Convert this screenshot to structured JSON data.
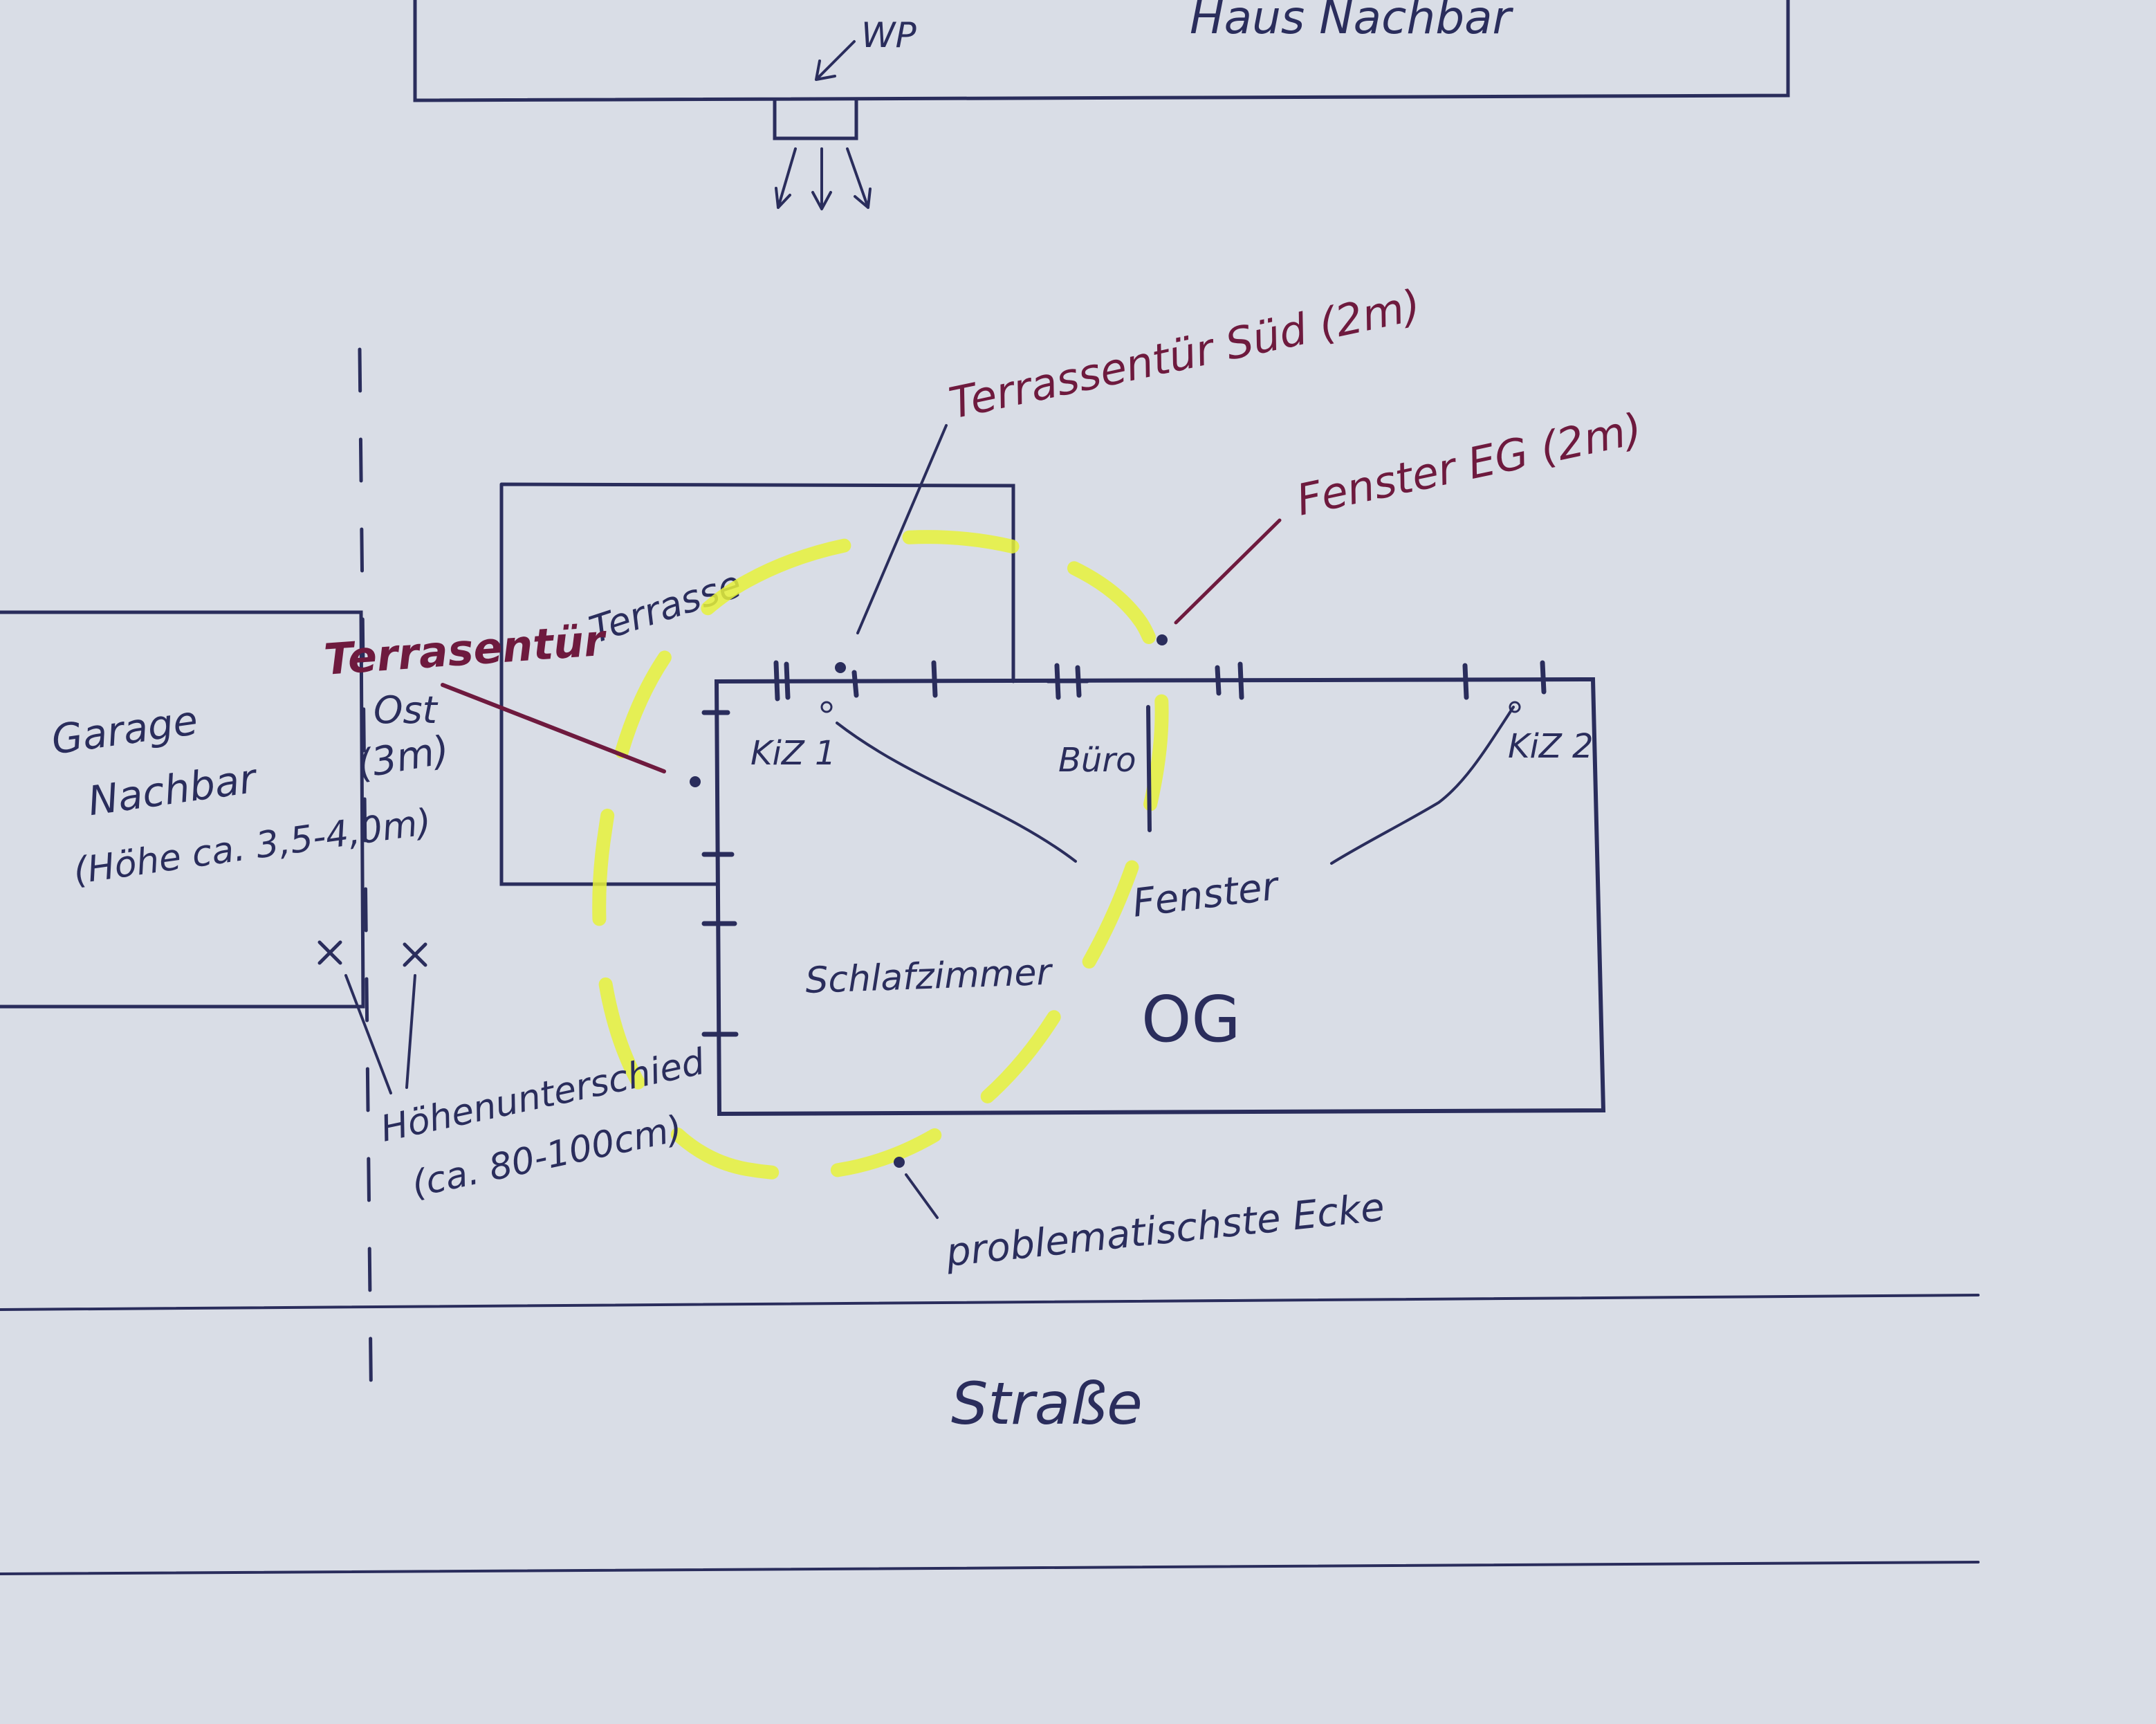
{
  "neighbor_house": {
    "label": "Haus Nachbar",
    "heat_pump_label": "WP"
  },
  "neighbor_garage": {
    "line1": "Garage",
    "line2": "Nachbar",
    "line3": "(Höhe ca. 3,5-4,0m)"
  },
  "terrace": {
    "label": "Terrasse"
  },
  "floor_label": "OG",
  "rooms": {
    "kiz1": "KiZ 1",
    "buero": "Büro",
    "kiz2": "KiZ 2",
    "schlafzimmer": "Schlafzimmer"
  },
  "windows_label": "Fenster",
  "annotations": {
    "terrassentuer_sued": "Terrassentür Süd (2m)",
    "fenster_eg": "Fenster EG (2m)",
    "terrassentuer_ost_line1": "Terrasentür",
    "terrassentuer_ost_line2": "Ost",
    "terrassentuer_ost_line3": "(3m)",
    "hoehenunterschied_line1": "Höhenunterschied",
    "hoehenunterschied_line2": "(ca. 80-100cm)",
    "problematic_corner": "problematischste Ecke"
  },
  "street_label": "Straße",
  "colors": {
    "paper": "#d9dde6",
    "ink": "#2a2d5c",
    "annotation_red": "#6e1a3e",
    "highlighter": "#e6f23a"
  }
}
